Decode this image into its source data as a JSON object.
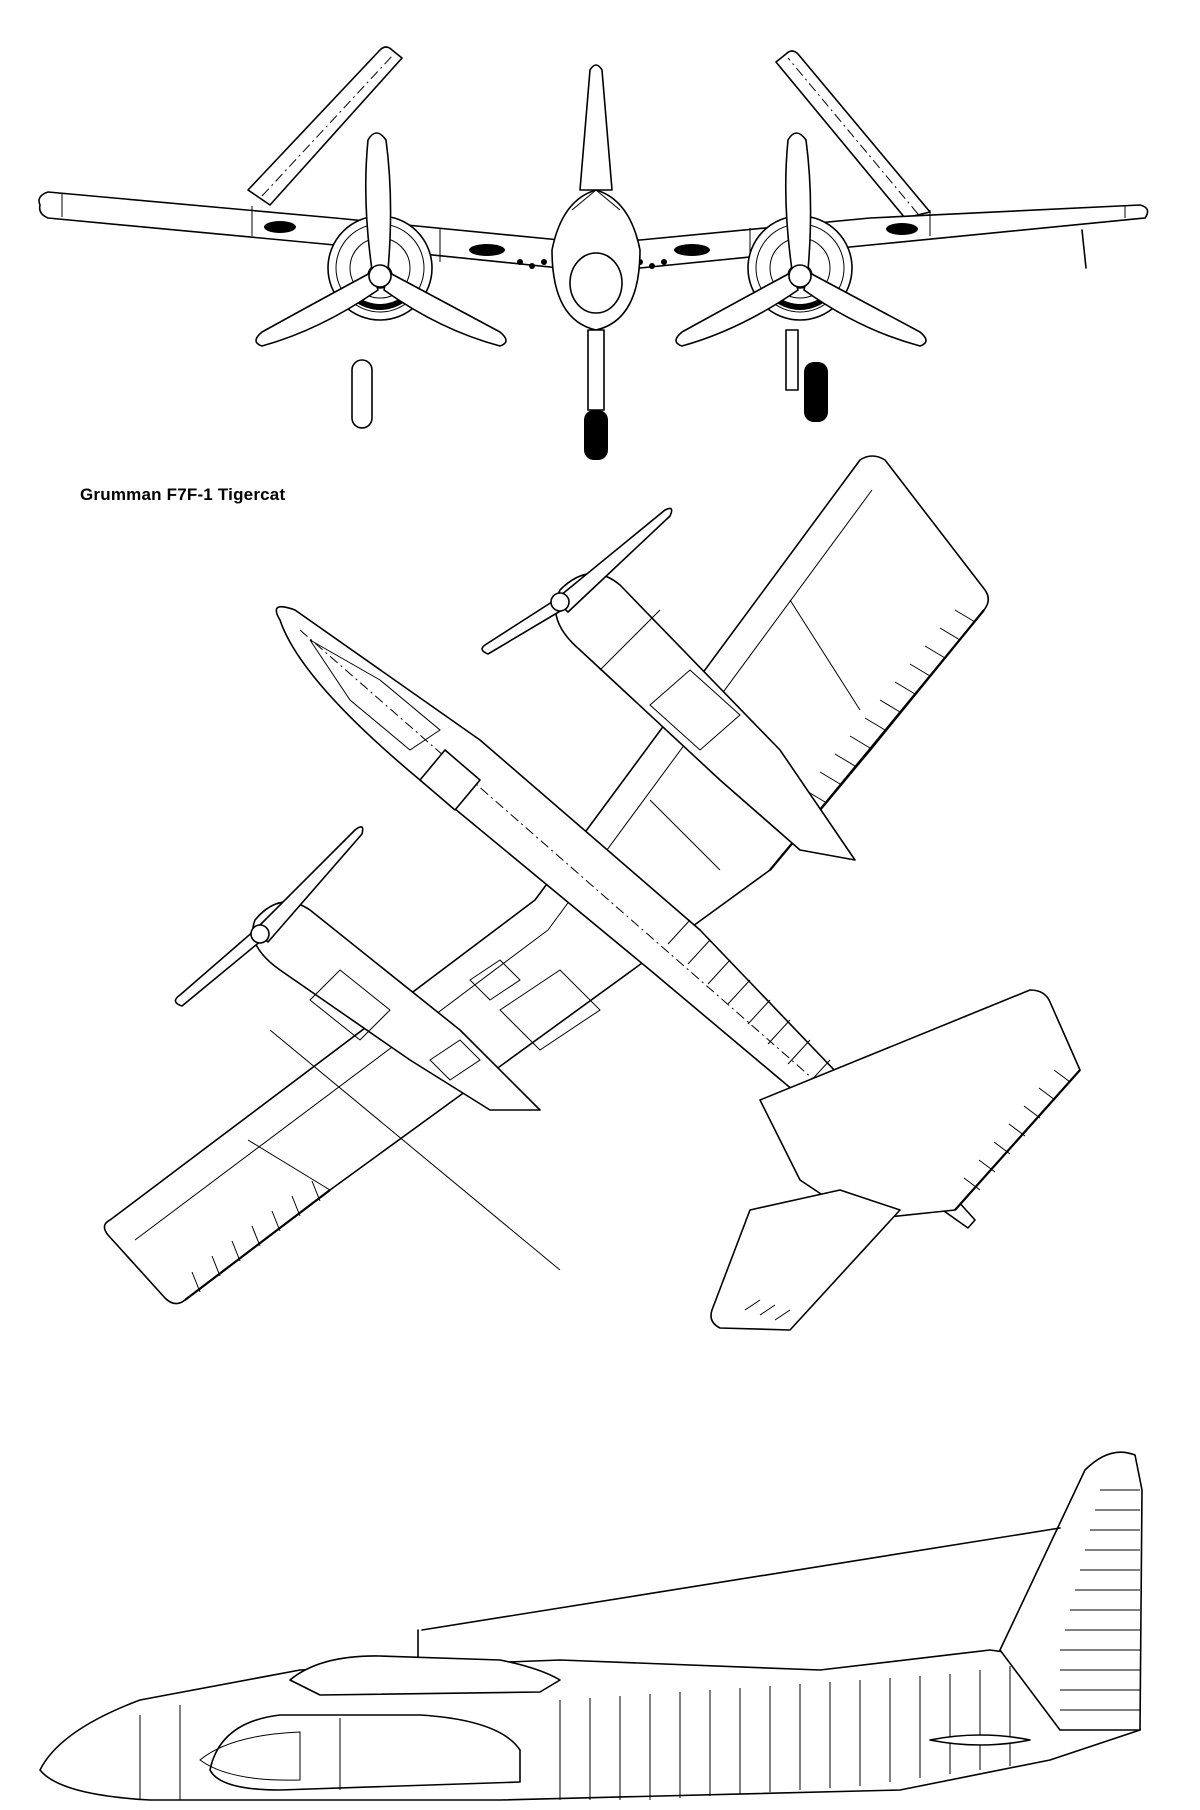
{
  "caption": "Grumman F7F-1 Tigercat",
  "views": [
    {
      "view": "front",
      "icon": "front-view-icon"
    },
    {
      "view": "plan",
      "icon": "plan-view-icon"
    },
    {
      "view": "side",
      "icon": "side-view-icon"
    }
  ],
  "colors": {
    "line": "#000000",
    "background": "#ffffff"
  }
}
